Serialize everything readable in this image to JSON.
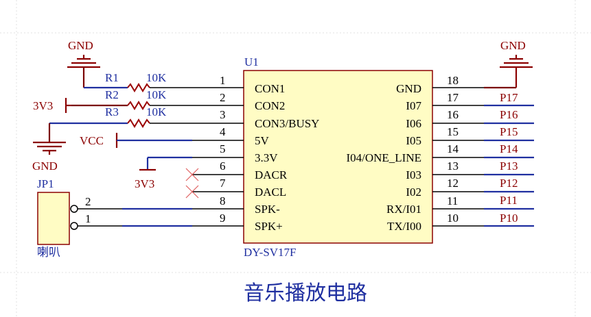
{
  "chip": {
    "ref": "U1",
    "part": "DY-SV17F",
    "left_pins": [
      {
        "num": "1",
        "name": "CON1"
      },
      {
        "num": "2",
        "name": "CON2"
      },
      {
        "num": "3",
        "name": "CON3/BUSY"
      },
      {
        "num": "4",
        "name": "5V"
      },
      {
        "num": "5",
        "name": "3.3V"
      },
      {
        "num": "6",
        "name": "DACR"
      },
      {
        "num": "7",
        "name": "DACL"
      },
      {
        "num": "8",
        "name": "SPK-"
      },
      {
        "num": "9",
        "name": "SPK+"
      }
    ],
    "right_pins": [
      {
        "num": "18",
        "name": "GND",
        "net": ""
      },
      {
        "num": "17",
        "name": "I07",
        "net": "P17"
      },
      {
        "num": "16",
        "name": "I06",
        "net": "P16"
      },
      {
        "num": "15",
        "name": "I05",
        "net": "P15"
      },
      {
        "num": "14",
        "name": "I04/ONE_LINE",
        "net": "P14"
      },
      {
        "num": "13",
        "name": "I03",
        "net": "P13"
      },
      {
        "num": "12",
        "name": "I02",
        "net": "P12"
      },
      {
        "num": "11",
        "name": "RX/I01",
        "net": "P11"
      },
      {
        "num": "10",
        "name": "TX/I00",
        "net": "P10"
      }
    ]
  },
  "resistors": [
    {
      "ref": "R1",
      "value": "10K"
    },
    {
      "ref": "R2",
      "value": "10K"
    },
    {
      "ref": "R3",
      "value": "10K"
    }
  ],
  "power": {
    "gnd_top_left": "GND",
    "gnd_top_right": "GND",
    "gnd_left": "GND",
    "v3v3_left": "3V3",
    "vcc": "VCC",
    "v3v3_bottom": "3V3"
  },
  "speaker": {
    "ref": "JP1",
    "name": "喇叭",
    "pin_top": "2",
    "pin_bottom": "1"
  },
  "title": "音乐播放电路"
}
